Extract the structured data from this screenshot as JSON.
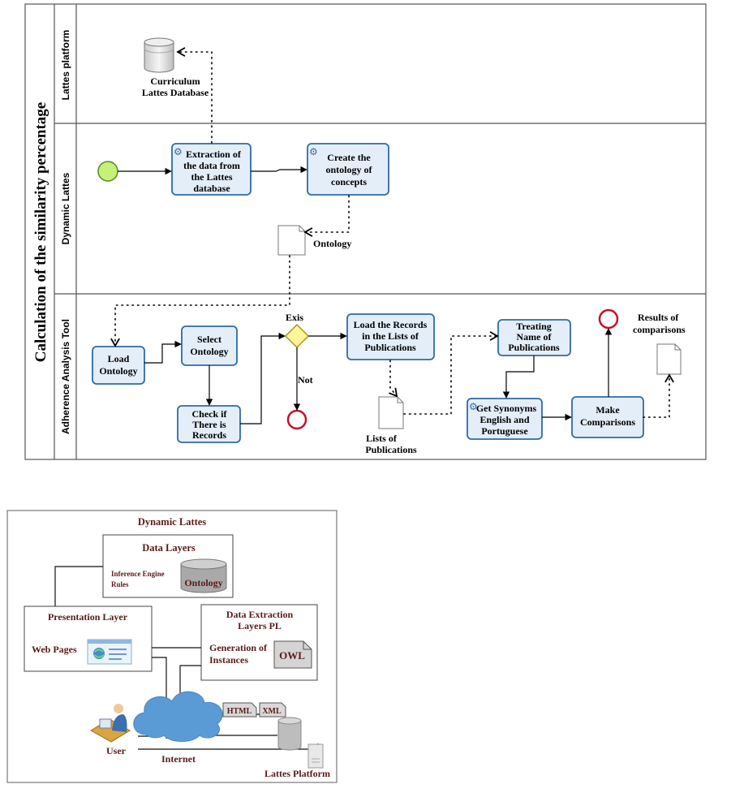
{
  "process": {
    "title": "Calculation of the similarity percentage",
    "lanes": {
      "lattes_platform": "Lattes platform",
      "dynamic_lattes": "Dynamic Lattes",
      "adherence_tool": "Adherence Analysis Tool"
    },
    "datastore": {
      "line1": "Curriculum",
      "line2": "Lattes Database"
    },
    "tasks": {
      "extraction": [
        "Extraction of",
        "the data from",
        "the Lattes",
        "database"
      ],
      "create_ontology": [
        "Create the",
        "ontology of",
        "concepts"
      ],
      "load_ontology": [
        "Load",
        "Ontology"
      ],
      "select_ontology": [
        "Select",
        "Ontology"
      ],
      "check_records": [
        "Check if",
        "There is",
        "Records"
      ],
      "load_records": [
        "Load the Records",
        "in the Lists of",
        "Publications"
      ],
      "treating_name": [
        "Treating",
        "Name of",
        "Publications"
      ],
      "get_synonyms": [
        "Get Synonyms",
        "English and",
        "Portuguese"
      ],
      "make_comparisons": [
        "Make",
        "Comparisons"
      ]
    },
    "gateway": {
      "yes_label": "Exis",
      "no_label": "Not"
    },
    "artifacts": {
      "ontology": "Ontology",
      "lists": [
        "Lists of",
        "Publications"
      ],
      "results": [
        "Results of",
        "comparisons"
      ]
    }
  },
  "architecture": {
    "title": "Dynamic Lattes",
    "data_layers": {
      "title": "Data Layers",
      "line1": "Inference Engine",
      "line2": "Rules",
      "store": "Ontology"
    },
    "presentation": {
      "title": "Presentation Layer",
      "web_pages": "Web Pages"
    },
    "extraction": {
      "title1": "Data Extraction",
      "title2": "Layers PL",
      "gen1": "Generation of",
      "gen2": "Instances",
      "owl": "OWL"
    },
    "formats": {
      "html": "HTML",
      "xml": "XML"
    },
    "user": "User",
    "internet": "Internet",
    "platform": "Lattes Platform"
  },
  "colors": {
    "task_fill": "#e4eef9",
    "task_stroke": "#2f6aa8",
    "start_fill": "#c6f07a",
    "end_stroke": "#c0152a",
    "gateway_fill": "#fff59d",
    "cloud": "#5b9bd5"
  }
}
